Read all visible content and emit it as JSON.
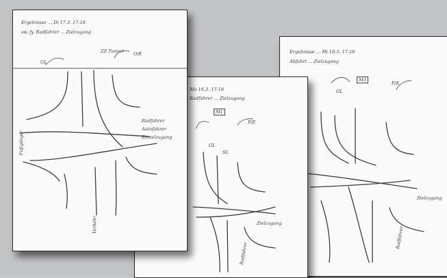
{
  "sheets": [
    {
      "id": "left",
      "header_line1": "Ergebnisse ... Di 17.3. 17-18",
      "header_line2": "sw. fy. Radfahrer ... Zielzugang",
      "labels": [
        "GL",
        "O/E",
        "ZZ Tunnel",
        "Radfahrer",
        "Autofahrer",
        "Einzelzugang",
        "Fußgänger",
        "Verkehr"
      ]
    },
    {
      "id": "middle",
      "header_line1": "Mo 16.3. 17-18",
      "header_line2": "Radfahrer ... Zielzugang",
      "labels": [
        "M1",
        "P/E",
        "GL",
        "SL",
        "Zielzugang",
        "Radfahrer"
      ]
    },
    {
      "id": "right",
      "header_line1": "Ergebnisse ... Mi 18.3. 17-18",
      "header_line2": "Abfahrt ... Zielzugang",
      "labels": [
        "M3",
        "P/E",
        "GL",
        "Zielzugang",
        "Radfahrer"
      ]
    }
  ]
}
